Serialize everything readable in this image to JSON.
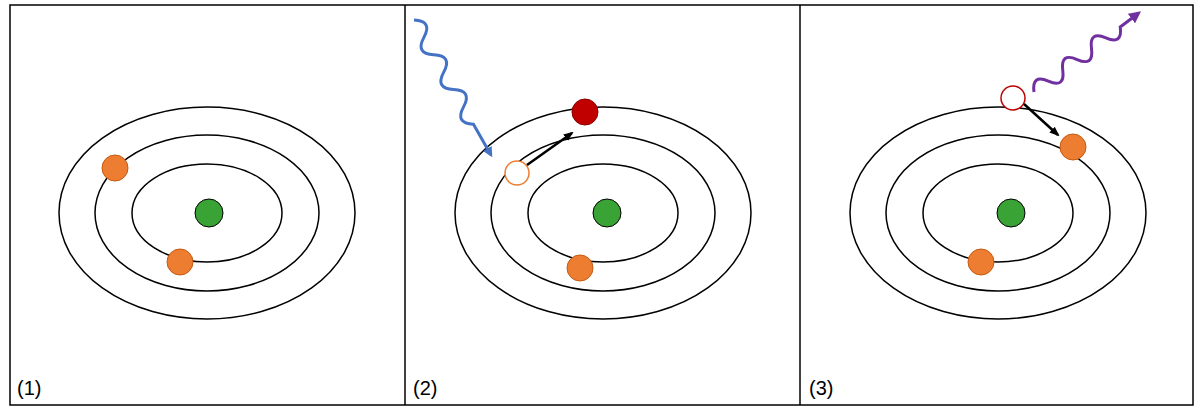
{
  "diagram": {
    "labels": [
      "(1)",
      "(2)",
      "(3)"
    ]
  }
}
